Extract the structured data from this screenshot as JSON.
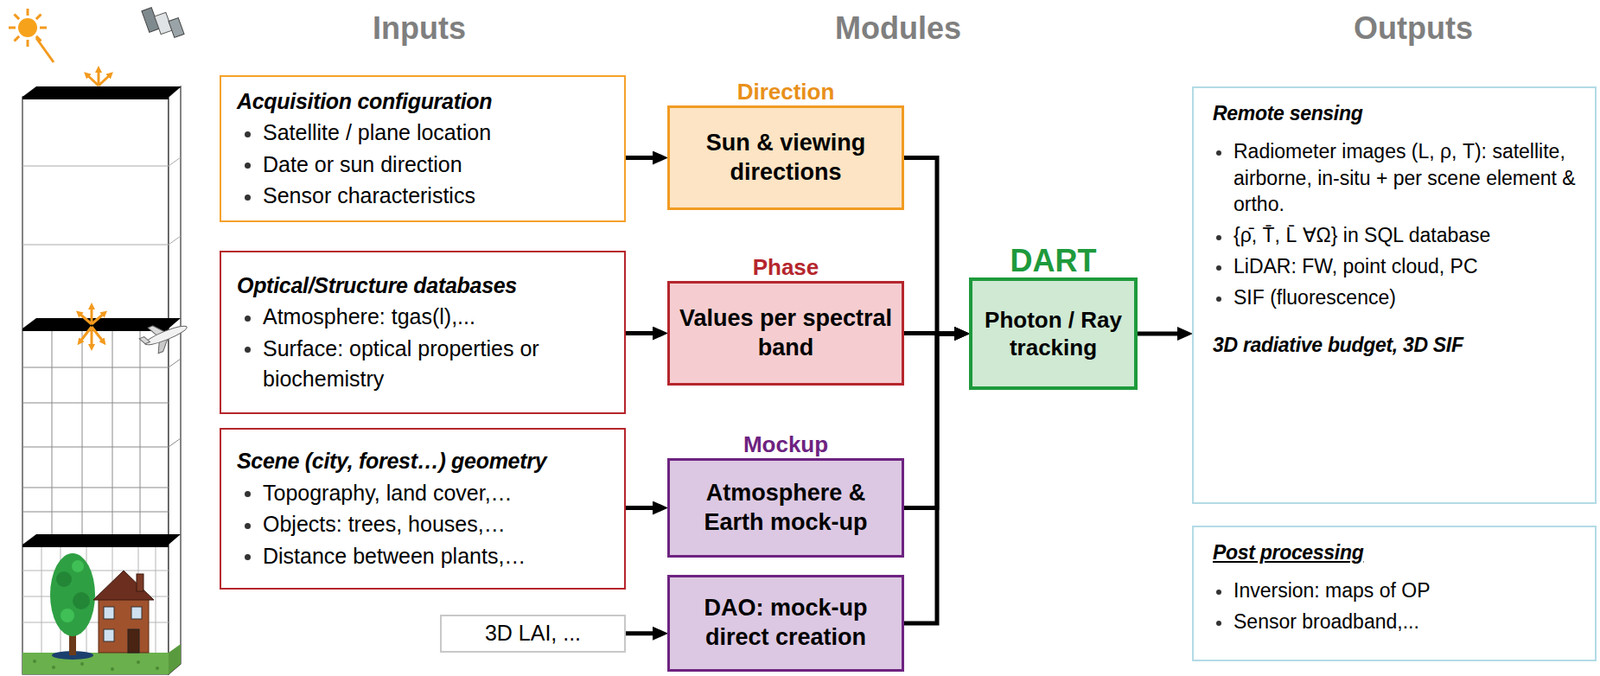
{
  "diagram": {
    "nodes": [
      {
        "text": [
          "Acquisition configuration",
          "Satellite / plane location",
          "Date or sun direction",
          "Sensor characteristics"
        ]
      },
      {
        "text": [
          "Optical/Structure databases",
          "Atmosphere: tgas(l),...",
          "Surface: optical properties or biochemistry"
        ]
      },
      {
        "text": [
          "Scene (city, forest…) geometry",
          "Topography, land cover,…",
          "Objects: trees, houses,…",
          "Distance between plants,…"
        ]
      },
      {
        "text": [
          "3D LAI, ..."
        ]
      },
      {
        "text": [
          "Direction",
          "Sun & viewing directions"
        ]
      },
      {
        "text": [
          "Phase",
          "Values per spectral band"
        ]
      },
      {
        "text": [
          "Mockup",
          "Atmosphere & Earth mock-up"
        ]
      },
      {
        "text": [
          "DAO: mock-up direct creation"
        ]
      },
      {
        "text": [
          "DART",
          "Photon / Ray tracking"
        ]
      },
      {
        "text": [
          "Remote sensing",
          "Radiometer images (L, ρ, T): satellite, airborne, in-situ + per scene element & ortho.",
          "{ρ̄, T̄, L̄ ∀Ω} in SQL database",
          "LiDAR: FW, point cloud, PC",
          "SIF (fluorescence)",
          "3D radiative budget, 3D SIF"
        ]
      },
      {
        "text": [
          "Post processing",
          "Inversion: maps of OP",
          "Sensor broadband,..."
        ]
      }
    ],
    "edges": [
      {
        "from": 0,
        "to": 4,
        "arrow": "to"
      },
      {
        "from": 1,
        "to": 5,
        "arrow": "to"
      },
      {
        "from": 2,
        "to": 6,
        "arrow": "to"
      },
      {
        "from": 3,
        "to": 7,
        "arrow": "to"
      },
      {
        "from": 4,
        "to": 8,
        "arrow": "to"
      },
      {
        "from": 5,
        "to": 8,
        "arrow": "to"
      },
      {
        "from": 6,
        "to": 8,
        "arrow": "to"
      },
      {
        "from": 7,
        "to": 8,
        "arrow": "to"
      },
      {
        "from": 8,
        "to": 9,
        "arrow": "to"
      }
    ],
    "labels": [
      "Inputs",
      "Modules",
      "Outputs"
    ]
  }
}
